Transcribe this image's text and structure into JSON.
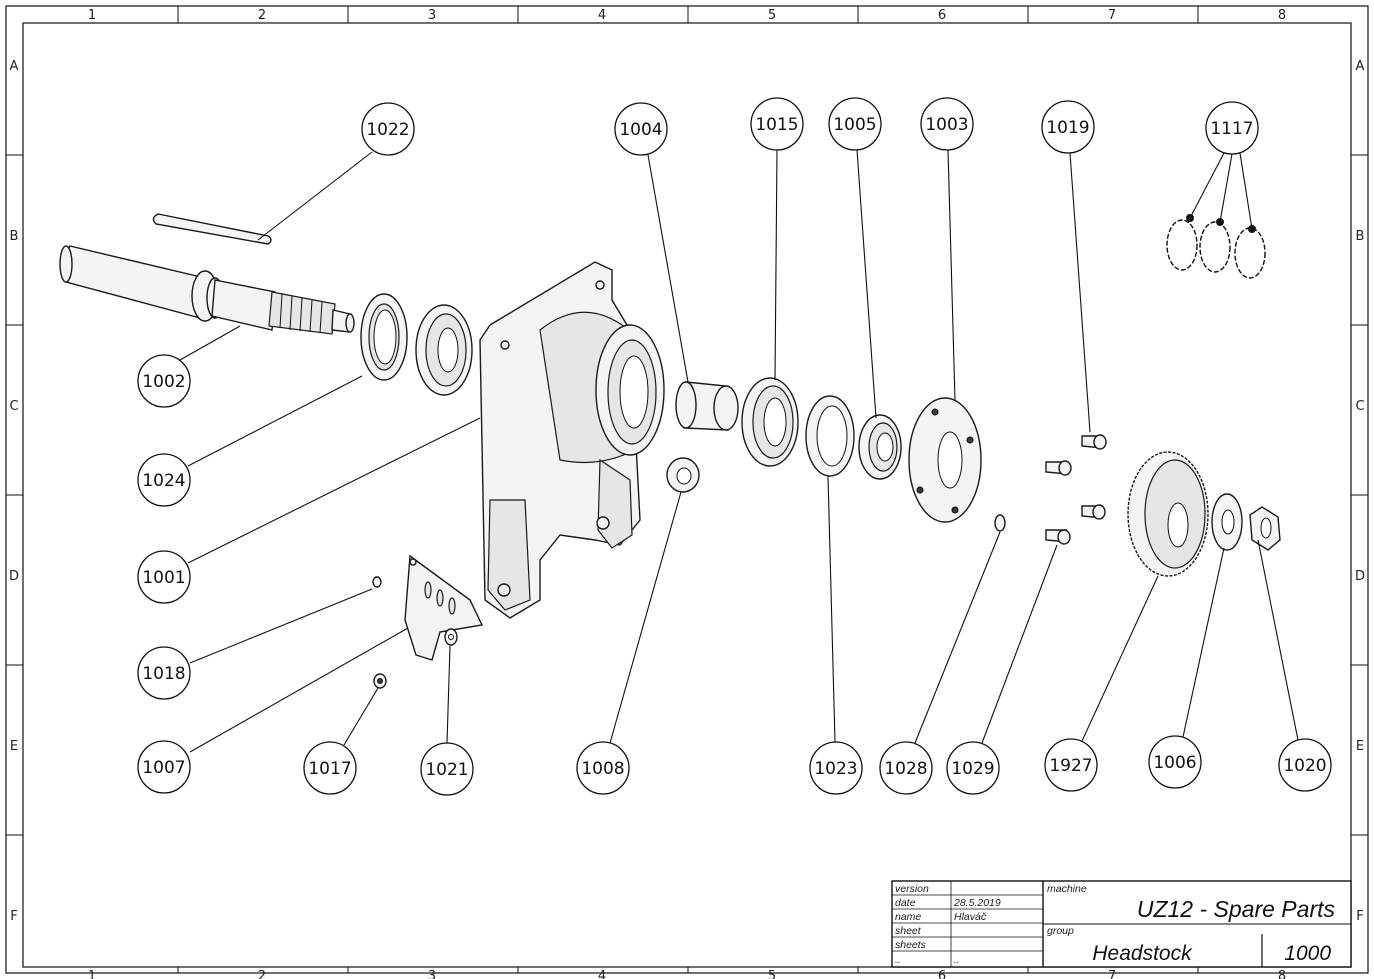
{
  "drawing": {
    "zone_columns": [
      "1",
      "2",
      "3",
      "4",
      "5",
      "6",
      "7",
      "8"
    ],
    "zone_rows": [
      "A",
      "B",
      "C",
      "D",
      "E",
      "F"
    ]
  },
  "callouts": [
    {
      "id": "1022",
      "label": "1022"
    },
    {
      "id": "1004",
      "label": "1004"
    },
    {
      "id": "1015",
      "label": "1015"
    },
    {
      "id": "1005",
      "label": "1005"
    },
    {
      "id": "1003",
      "label": "1003"
    },
    {
      "id": "1019",
      "label": "1019"
    },
    {
      "id": "1117",
      "label": "1117"
    },
    {
      "id": "1002",
      "label": "1002"
    },
    {
      "id": "1024",
      "label": "1024"
    },
    {
      "id": "1001",
      "label": "1001"
    },
    {
      "id": "1018",
      "label": "1018"
    },
    {
      "id": "1007",
      "label": "1007"
    },
    {
      "id": "1017",
      "label": "1017"
    },
    {
      "id": "1021",
      "label": "1021"
    },
    {
      "id": "1008",
      "label": "1008"
    },
    {
      "id": "1023",
      "label": "1023"
    },
    {
      "id": "1028",
      "label": "1028"
    },
    {
      "id": "1029",
      "label": "1029"
    },
    {
      "id": "1927",
      "label": "1927"
    },
    {
      "id": "1006",
      "label": "1006"
    },
    {
      "id": "1020",
      "label": "1020"
    }
  ],
  "title_block": {
    "version_label": "version",
    "version_value": "",
    "date_label": "date",
    "date_value": "28.5.2019",
    "name_label": "name",
    "name_value": "Hlaváč",
    "sheet_label": "sheet",
    "sheet_value": "",
    "sheets_label": "sheets",
    "sheets_value": "",
    "extra_label": "..",
    "extra_value": "..",
    "machine_label": "machine",
    "machine_value": "UZ12 - Spare Parts",
    "group_label": "group",
    "group_value": "Headstock",
    "number_value": "1000"
  }
}
